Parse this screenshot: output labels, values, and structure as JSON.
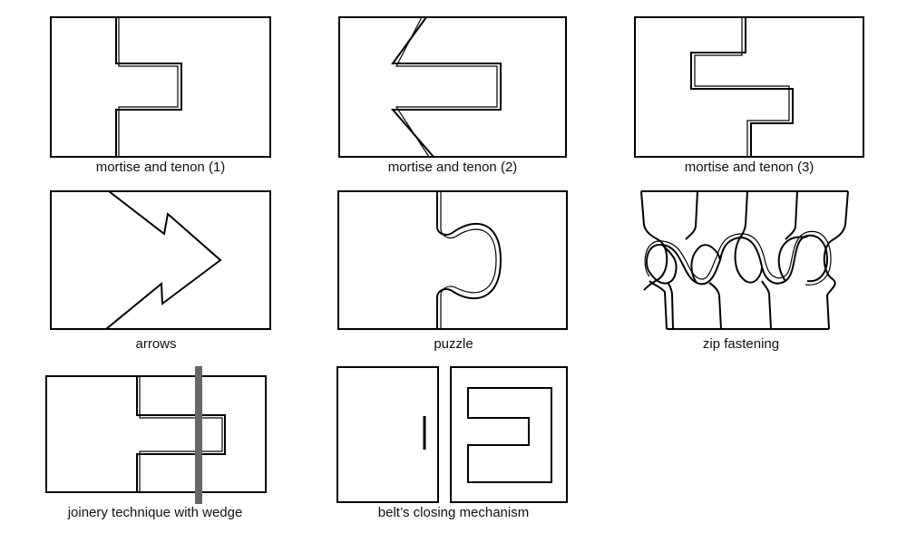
{
  "captions": {
    "mortise_tenon_1": "mortise and tenon (1)",
    "mortise_tenon_2": "mortise and tenon (2)",
    "mortise_tenon_3": "mortise and tenon (3)",
    "arrows": "arrows",
    "puzzle": "puzzle",
    "zip_fastening": "zip fastening",
    "joinery_wedge": "joinery technique with wedge",
    "belt_closing": "belt’s closing mechanism"
  },
  "colors": {
    "line": "#000000",
    "wedge": "#666666",
    "background": "#ffffff"
  }
}
